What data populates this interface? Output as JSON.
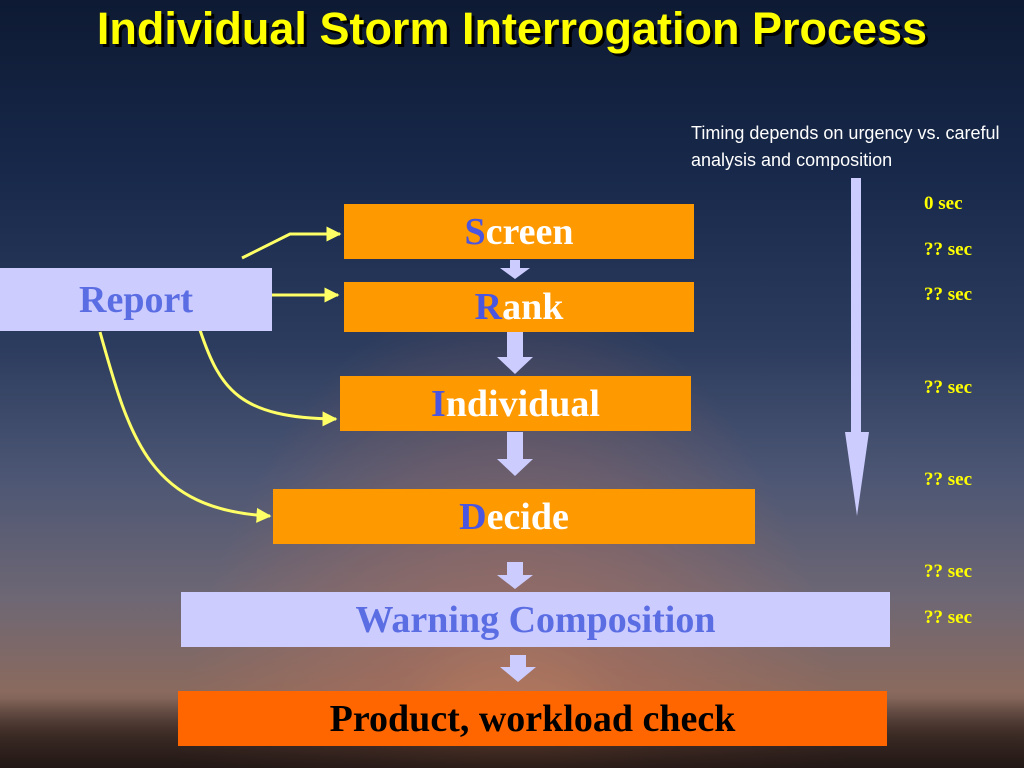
{
  "title": "Individual Storm Interrogation Process",
  "timing_note": "Timing depends on urgency vs. careful analysis and composition",
  "report": {
    "label": "Report"
  },
  "steps": [
    {
      "initial": "S",
      "rest": "creen"
    },
    {
      "initial": "R",
      "rest": "ank"
    },
    {
      "initial": "I",
      "rest": "ndividual"
    },
    {
      "initial": "D",
      "rest": "ecide"
    }
  ],
  "warning": {
    "label": "Warning Composition"
  },
  "product": {
    "label": "Product, workload check"
  },
  "timings": [
    "0 sec",
    "?? sec",
    "?? sec",
    "?? sec",
    "?? sec",
    "?? sec",
    "?? sec"
  ],
  "colors": {
    "title": "#ffff00",
    "step_fill": "#ff9900",
    "lavender_fill": "#ccccff",
    "product_fill": "#ff6600",
    "initial_letter": "#4a55e0",
    "connector": "#ffff66",
    "block_arrow": "#ccccff"
  }
}
